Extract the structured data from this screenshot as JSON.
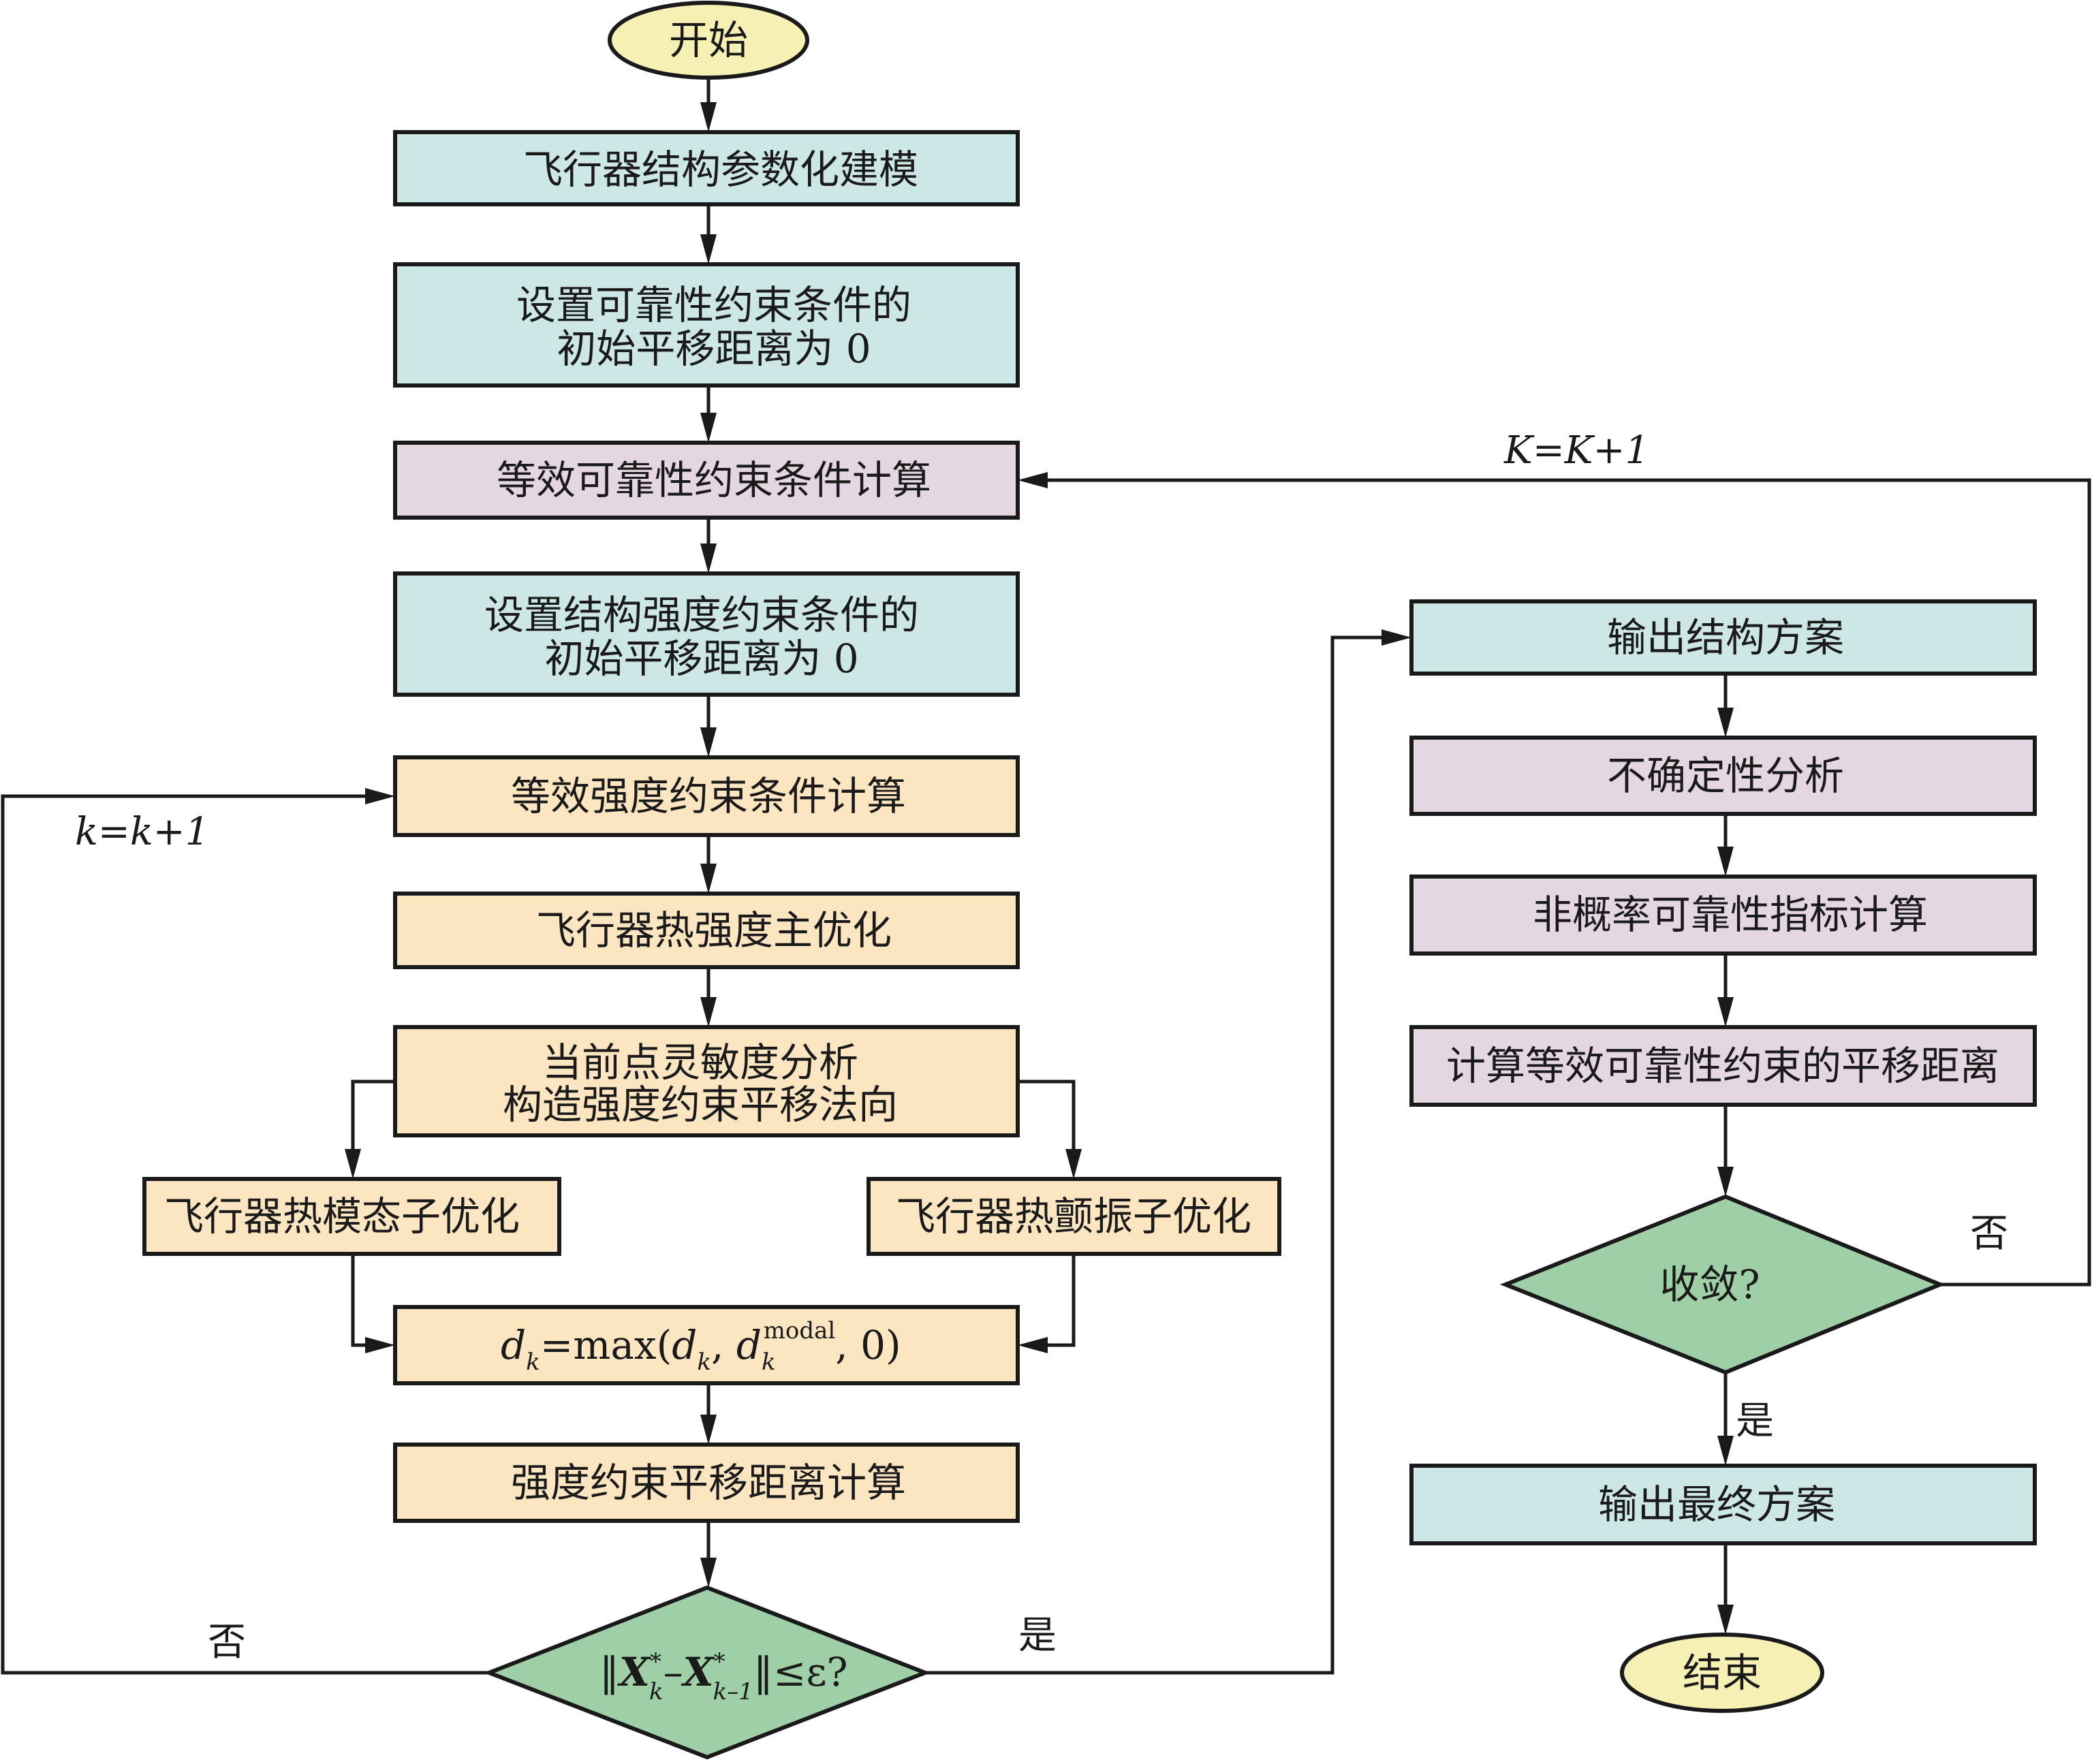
{
  "colors": {
    "start_end_fill": "#f7f0b4",
    "teal_fill": "#cde6e6",
    "purple_fill": "#e4d7e2",
    "orange_fill": "#fbe6c1",
    "diamond_fill": "#9fcfa6",
    "stroke": "#1a1a1a"
  },
  "nodes": {
    "start": "开始",
    "modeling": "飞行器结构参数化建模",
    "set_reliability_line1": "设置可靠性约束条件的",
    "set_reliability_line2": "初始平移距离为 0",
    "equiv_reliability": "等效可靠性约束条件计算",
    "set_strength_line1": "设置结构强度约束条件的",
    "set_strength_line2": "初始平移距离为 0",
    "equiv_strength": "等效强度约束条件计算",
    "main_opt": "飞行器热强度主优化",
    "sensitivity_line1": "当前点灵敏度分析",
    "sensitivity_line2": "构造强度约束平移法向",
    "modal_sub_opt": "飞行器热模态子优化",
    "flutter_sub_opt": "飞行器热颤振子优化",
    "dk_formula": {
      "lhs": "d",
      "sub": "k",
      "eq": "=max(",
      "d2": "d",
      "sub2": "k",
      "comma": ", ",
      "d3": "d",
      "sub3": "k",
      "sup3": "modal",
      "tail": ", 0)"
    },
    "strength_shift": "强度约束平移距离计算",
    "convergence_check": {
      "open": "‖",
      "x1": "X",
      "sup1": "*",
      "sub1": "k",
      "minus": "–",
      "x2": "X",
      "sup2": "*",
      "sub2": "k–1",
      "close": "‖≤ε?"
    },
    "output_structure": "输出结构方案",
    "uncertainty": "不确定性分析",
    "nonprob_index": "非概率可靠性指标计算",
    "equiv_rel_shift": "计算等效可靠性约束的平移距离",
    "converge": "收敛?",
    "output_final": "输出最终方案",
    "end": "结束"
  },
  "edge_labels": {
    "outer_loop": "K=K+1",
    "inner_loop": "k=k+1",
    "left_no": "否",
    "left_yes": "是",
    "right_no": "否",
    "right_yes": "是"
  }
}
